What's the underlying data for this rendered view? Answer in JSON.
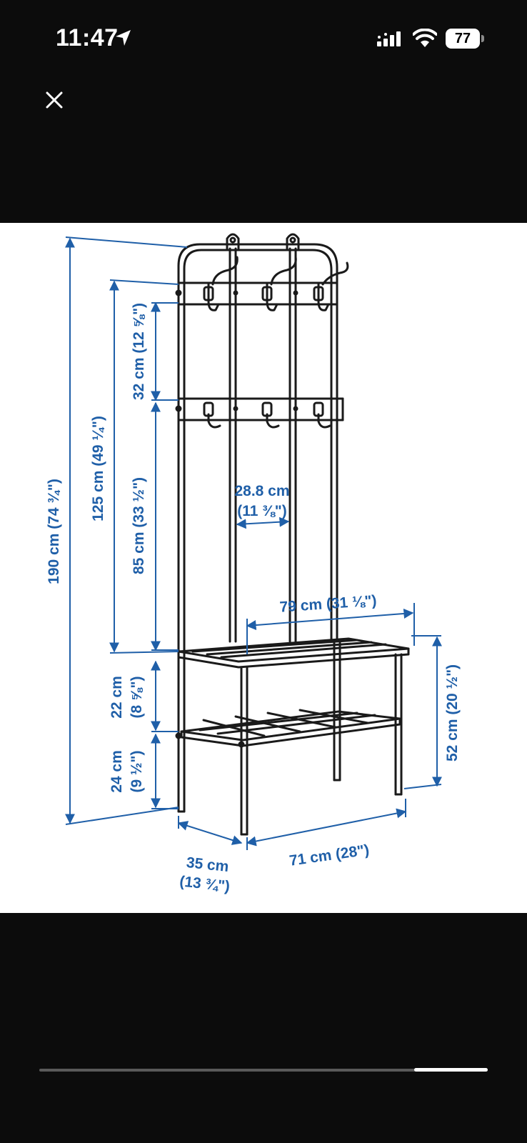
{
  "status_bar": {
    "time": "11:47",
    "battery": "77",
    "icons": [
      "location-arrow-icon",
      "cellular-signal-icon",
      "wifi-icon",
      "battery-icon"
    ]
  },
  "viewer": {
    "close_icon": "close-icon"
  },
  "colors": {
    "background": "#0c0c0c",
    "dimension_blue": "#1f5fa8",
    "drawing": "#1a1a1a"
  },
  "drawing": {
    "dimensions": {
      "total_height": "190 cm (74 ¾\")",
      "hook_height": "125 cm (49 ¼\")",
      "rail_spacing": "32 cm (12 ⅝\")",
      "rail_to_bench": "85 cm (33 ½\")",
      "rail_gap_cm": "28.8 cm",
      "rail_gap_in": "(11 ⅜\")",
      "bench_width": "79 cm (31 ⅛\")",
      "bench_height": "52 cm (20 ½\")",
      "shelf_gap_cm": "22 cm",
      "shelf_gap_in": "(8 ⅝\")",
      "shelf_height_cm": "24 cm",
      "shelf_height_in": "(9 ½\")",
      "depth_cm": "35 cm",
      "depth_in": "(13 ¾\")",
      "base_width": "71 cm (28\")"
    }
  }
}
